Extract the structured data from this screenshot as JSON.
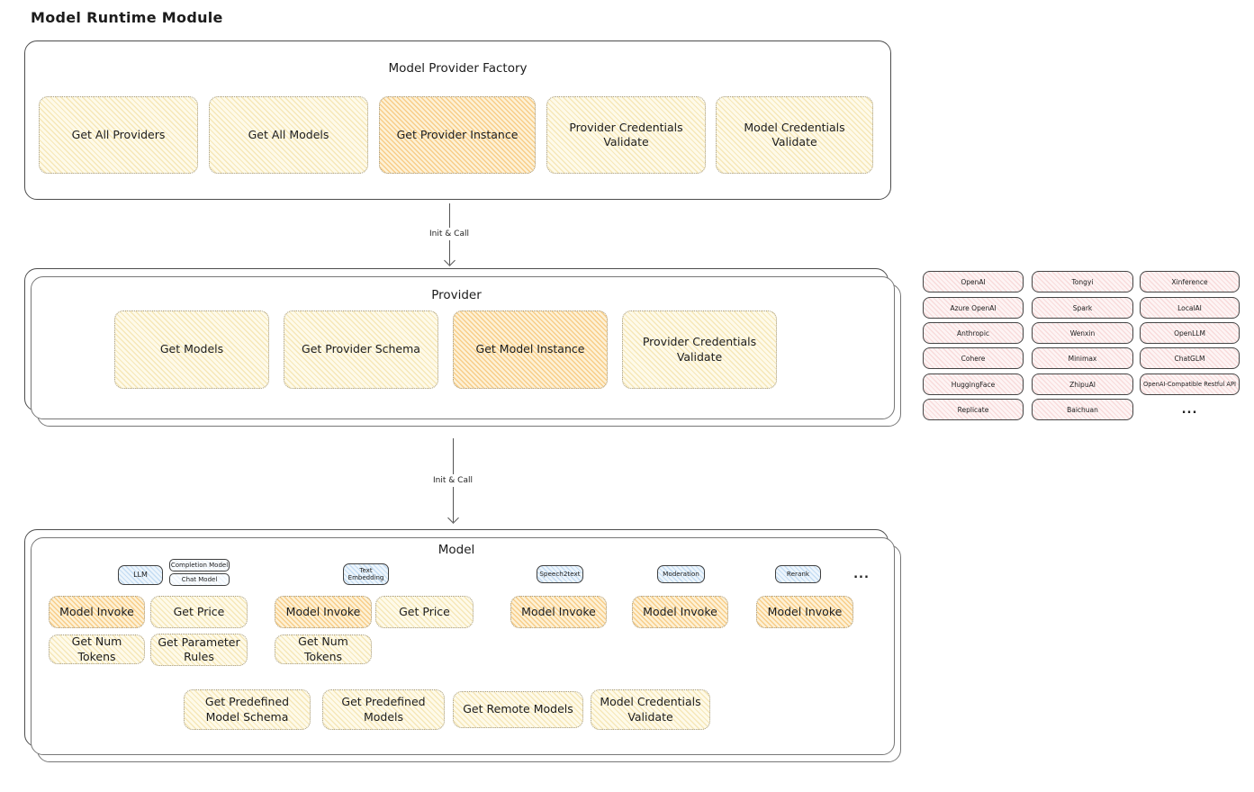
{
  "title": "Model Runtime Module",
  "colors": {
    "yellow_fill": "#fefae9",
    "orange_fill": "#fdf1d6",
    "pink_fill": "#fdf4f4",
    "blue_fill": "#edf5fc",
    "border_dark": "#4d4d4d"
  },
  "arrow1": {
    "label": "Init & Call"
  },
  "arrow2": {
    "label": "Init & Call"
  },
  "factory": {
    "title": "Model Provider Factory",
    "items": [
      {
        "label": "Get All Providers"
      },
      {
        "label": "Get All Models"
      },
      {
        "label": "Get Provider Instance"
      },
      {
        "label": "Provider Credentials Validate"
      },
      {
        "label": "Model Credentials Validate"
      }
    ]
  },
  "provider": {
    "title": "Provider",
    "items": [
      {
        "label": "Get Models"
      },
      {
        "label": "Get Provider Schema"
      },
      {
        "label": "Get Model Instance"
      },
      {
        "label": "Provider Credentials Validate"
      }
    ]
  },
  "provider_list": {
    "col1": [
      "OpenAI",
      "Azure OpenAI",
      "Anthropic",
      "Cohere",
      "HuggingFace",
      "Replicate"
    ],
    "col2": [
      "Tongyi",
      "Spark",
      "Wenxin",
      "Minimax",
      "ZhipuAI",
      "Baichuan"
    ],
    "col3": [
      "Xinference",
      "LocalAI",
      "OpenLLM",
      "ChatGLM",
      "OpenAI-Compatible Restful API"
    ],
    "more": "..."
  },
  "model": {
    "title": "Model",
    "tabs": {
      "llm": "LLM",
      "completion": "Completion Model",
      "chat": "Chat Model",
      "text_embedding": "Text Embedding",
      "speech2text": "Speech2text",
      "moderation": "Moderation",
      "rerank": "Rerank",
      "more": "..."
    },
    "buttons": {
      "llm_invoke": "Model Invoke",
      "llm_get_price": "Get Price",
      "llm_get_num_tokens": "Get Num Tokens",
      "llm_get_parameter_rules": "Get Parameter Rules",
      "te_invoke": "Model Invoke",
      "te_get_price": "Get Price",
      "te_get_num_tokens": "Get Num Tokens",
      "s2t_invoke": "Model Invoke",
      "moderation_invoke": "Model Invoke",
      "rerank_invoke": "Model Invoke"
    },
    "bottom": [
      "Get Predefined Model Schema",
      "Get Predefined Models",
      "Get Remote Models",
      "Model Credentials Validate"
    ]
  }
}
